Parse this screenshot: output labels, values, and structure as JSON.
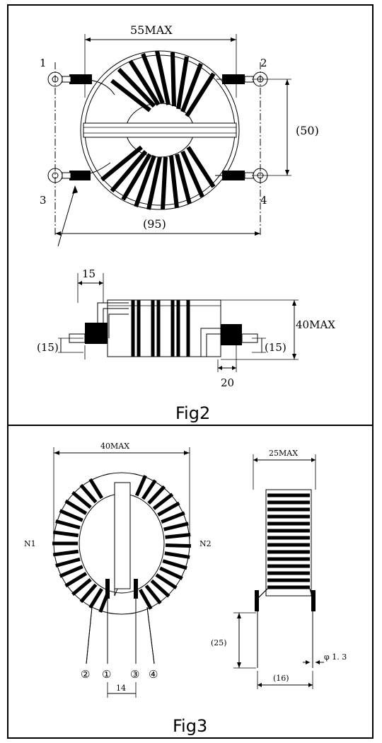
{
  "fig2": {
    "caption": "Fig2",
    "dim_width": "55MAX",
    "dim_height": "(50)",
    "dim_length": "(95)",
    "pin_1": "1",
    "pin_2": "2",
    "pin_3": "3",
    "pin_4": "4",
    "side_dim_top": "15",
    "side_dim_height": "40MAX",
    "side_dim_left": "(15)",
    "side_dim_right": "(15)",
    "side_dim_bottom": "20"
  },
  "fig3": {
    "caption": "Fig3",
    "dim_width": "40MAX",
    "dim_side_width": "25MAX",
    "label_n1": "N1",
    "label_n2": "N2",
    "pin_2": "②",
    "pin_1": "①",
    "pin_3": "③",
    "pin_4": "④",
    "dim_pitch": "14",
    "dim_lead_length": "(25)",
    "dim_lead_spacing": "(16)",
    "dim_diameter": "φ 1. 3"
  }
}
